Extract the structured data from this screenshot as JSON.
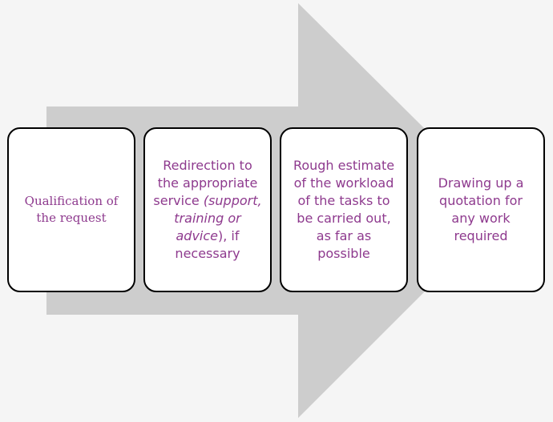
{
  "colors": {
    "background": "#f5f5f5",
    "arrow": "#cdcdcd",
    "box_fill": "#ffffff",
    "box_border": "#000000",
    "text": "#8e3a8e"
  },
  "steps": [
    {
      "text": "Qualification of the request"
    },
    {
      "text_before": "Redirection to the appropriate service ",
      "text_italic": "(support, training or advice",
      "text_after": "), if necessary"
    },
    {
      "text": "Rough estimate of the workload of the tasks to be carried out, as far as possible"
    },
    {
      "text": "Drawing up a quotation for any work required"
    }
  ]
}
